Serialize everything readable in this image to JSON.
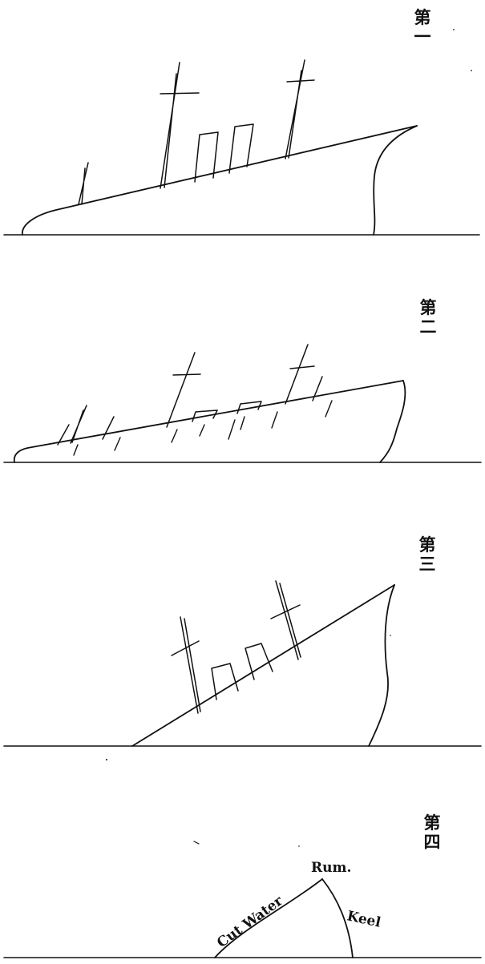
{
  "figures": [
    {
      "label": "第一"
    },
    {
      "label": "第二"
    },
    {
      "label": "第三"
    },
    {
      "label": "第四"
    }
  ],
  "annotations": {
    "rum": "Rum.",
    "cut_water": "Cut Water",
    "keel": "Keel"
  }
}
